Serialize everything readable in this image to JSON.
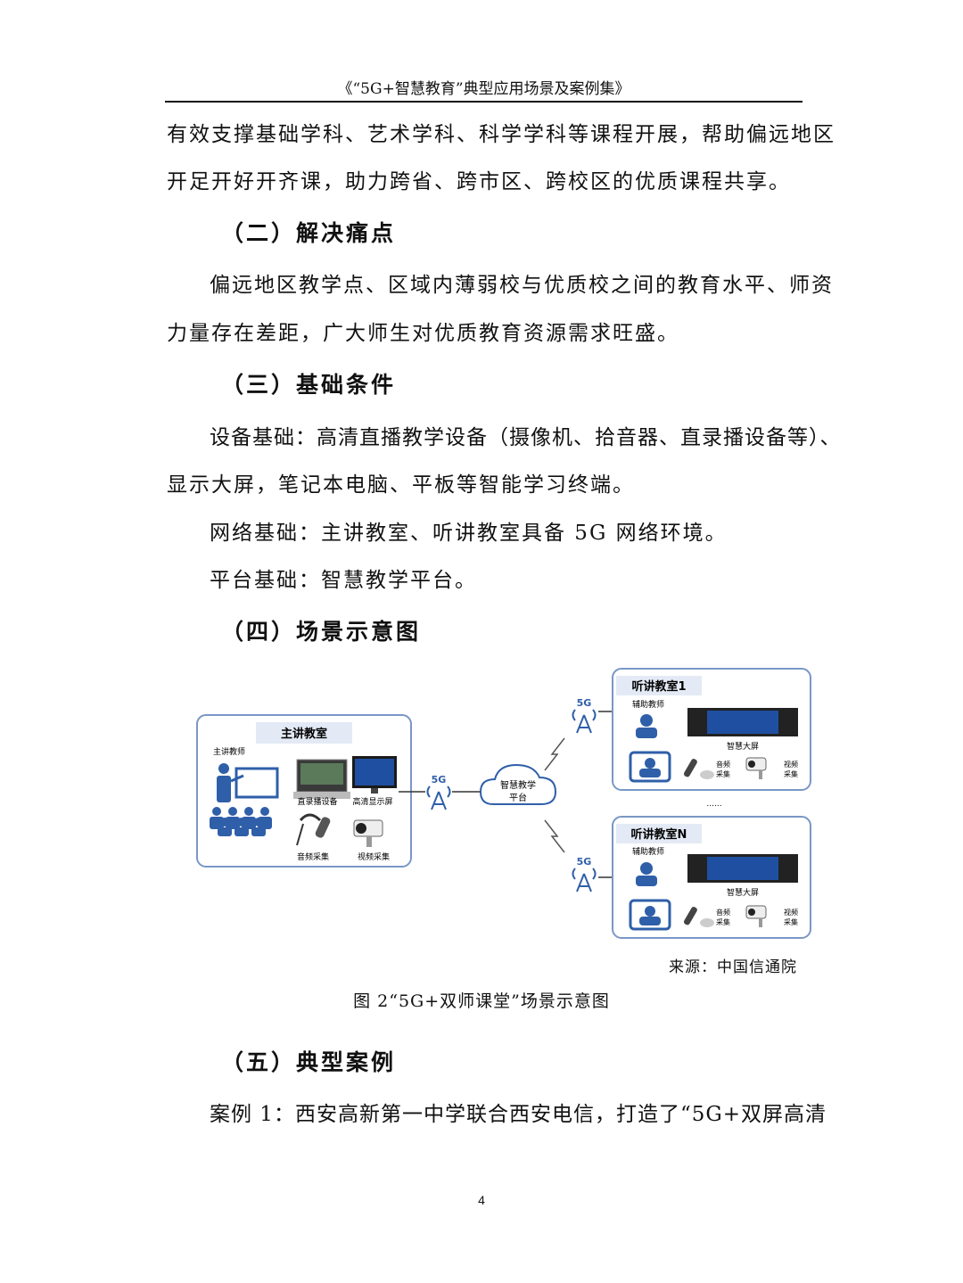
{
  "header": {
    "title": "《“5G+智慧教育”典型应用场景及案例集》"
  },
  "body": {
    "para1_line1": "有效支撑基础学科、艺术学科、科学学科等课程开展，帮助偏远地区",
    "para1_line2": "开足开好开齐课，助力跨省、跨市区、跨校区的优质课程共享。",
    "heading2": "（二）解决痛点",
    "para2_line1": "偏远地区教学点、区域内薄弱校与优质校之间的教育水平、师资",
    "para2_line2": "力量存在差距，广大师生对优质教育资源需求旺盛。",
    "heading3": "（三）基础条件",
    "para3_line1": "设备基础：高清直播教学设备（摄像机、拾音器、直录播设备等）、",
    "para3_line2": "显示大屏，笔记本电脑、平板等智能学习终端。",
    "para4": "网络基础：主讲教室、听讲教室具备 5G 网络环境。",
    "para5": "平台基础：智慧教学平台。",
    "heading4": "（四）场景示意图",
    "heading5": "（五）典型案例",
    "para6": "案例 1：西安高新第一中学联合西安电信，打造了“5G+双屏高清"
  },
  "diagram": {
    "main_room": {
      "title": "主讲教室",
      "teacher": "主讲教师",
      "recorder": "直录播设备",
      "display": "高清显示屏",
      "audio": "音频采集",
      "video": "视频采集"
    },
    "platform": {
      "line1": "智慧教学",
      "line2": "平台"
    },
    "tag_5g": "5G",
    "room1": {
      "title": "听讲教室1",
      "assistant": "辅助教师",
      "screen": "智慧大屏",
      "audio_1": "音频",
      "audio_2": "采集",
      "video_1": "视频",
      "video_2": "采集"
    },
    "roomN": {
      "title": "听讲教室N",
      "assistant": "辅助教师",
      "screen": "智慧大屏",
      "audio_1": "音频",
      "audio_2": "采集",
      "video_1": "视频",
      "video_2": "采集"
    },
    "ellipsis": "......",
    "colors": {
      "accent": "#2f5fa8",
      "frame": "#7a97c6",
      "label_bg": "#e4eaf5"
    }
  },
  "figure": {
    "source": "来源：中国信通院",
    "caption": "图 2“5G+双师课堂”场景示意图"
  },
  "page_number": "4"
}
